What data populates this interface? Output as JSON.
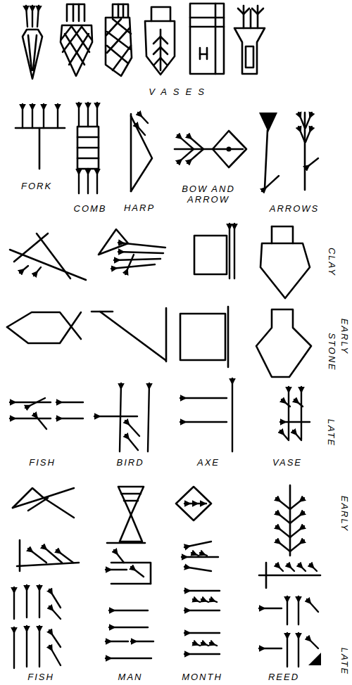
{
  "diagram": {
    "labels": [
      "VASES",
      "FORK",
      "COMB",
      "HARP",
      "BOW AND ARROW",
      "ARROWS",
      "CLAY",
      "STONE",
      "EARLY",
      "LATE",
      "FISH",
      "BIRD",
      "AXE",
      "VASE",
      "EARLY",
      "FISH",
      "MAN",
      "MONTH",
      "REED",
      "LATE"
    ]
  }
}
